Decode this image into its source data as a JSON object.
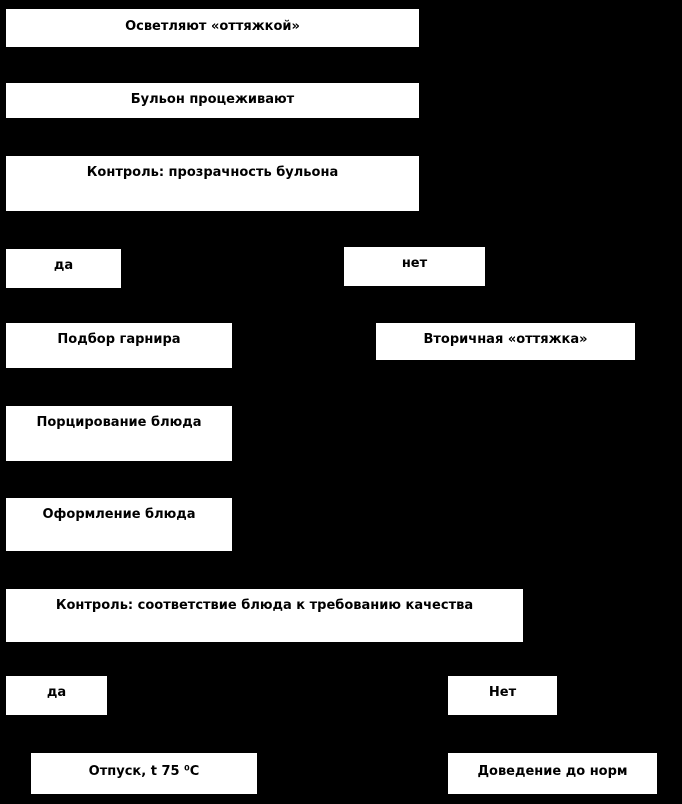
{
  "colors": {
    "background": "#000000",
    "node_fill": "#ffffff",
    "node_text": "#000000"
  },
  "diagram_title": "",
  "nodes": [
    {
      "id": "clarify",
      "label": "Осветляют «оттяжкой»"
    },
    {
      "id": "strain-broth",
      "label": "Бульон процеживают"
    },
    {
      "id": "control-clarity",
      "label": "Контроль: прозрачность бульона"
    },
    {
      "id": "yes-1",
      "label": "да"
    },
    {
      "id": "no-1",
      "label": "нет"
    },
    {
      "id": "garnish-selection",
      "label": "Подбор гарнира"
    },
    {
      "id": "secondary-clarify",
      "label": "Вторичная «оттяжка»"
    },
    {
      "id": "portioning",
      "label": "Порцирование блюда"
    },
    {
      "id": "plating",
      "label": "Оформление блюда"
    },
    {
      "id": "control-quality",
      "label": "Контроль: соответствие блюда к требованию качества"
    },
    {
      "id": "yes-2",
      "label": "да"
    },
    {
      "id": "no-2",
      "label": "Нет"
    },
    {
      "id": "serve",
      "label": "Отпуск, t 75 ⁰С"
    },
    {
      "id": "bring-to-standard",
      "label": "Доведение до норм"
    }
  ]
}
